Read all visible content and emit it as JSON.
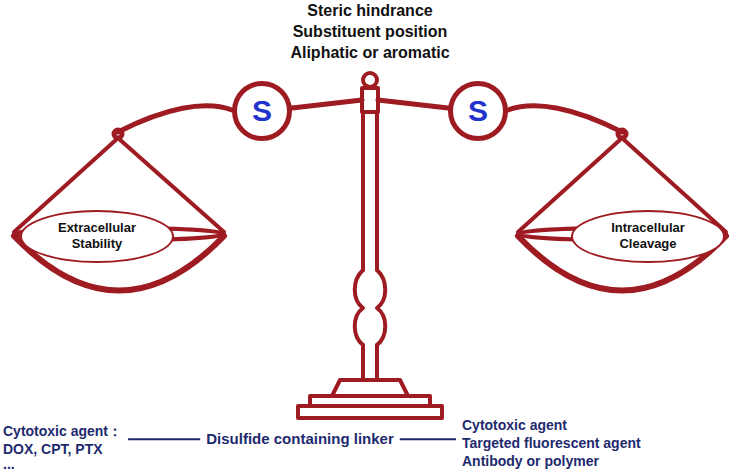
{
  "diagram": {
    "nodes": [
      {
        "text": [
          "S"
        ]
      },
      {
        "text": [
          "S"
        ]
      },
      {
        "text": [
          "Extracellular Stability"
        ]
      },
      {
        "text": [
          "Intracellular Cleavage"
        ]
      }
    ],
    "labels": [
      "Steric hindrance",
      "Substituent position",
      "Aliphatic or aromatic",
      "Cytotoxic agent：",
      "DOX, CPT, PTX",
      "...",
      "Disulfide containing linker",
      "Cytotoxic agent",
      "Targeted fluorescent agent",
      "Antibody or polymer"
    ]
  }
}
